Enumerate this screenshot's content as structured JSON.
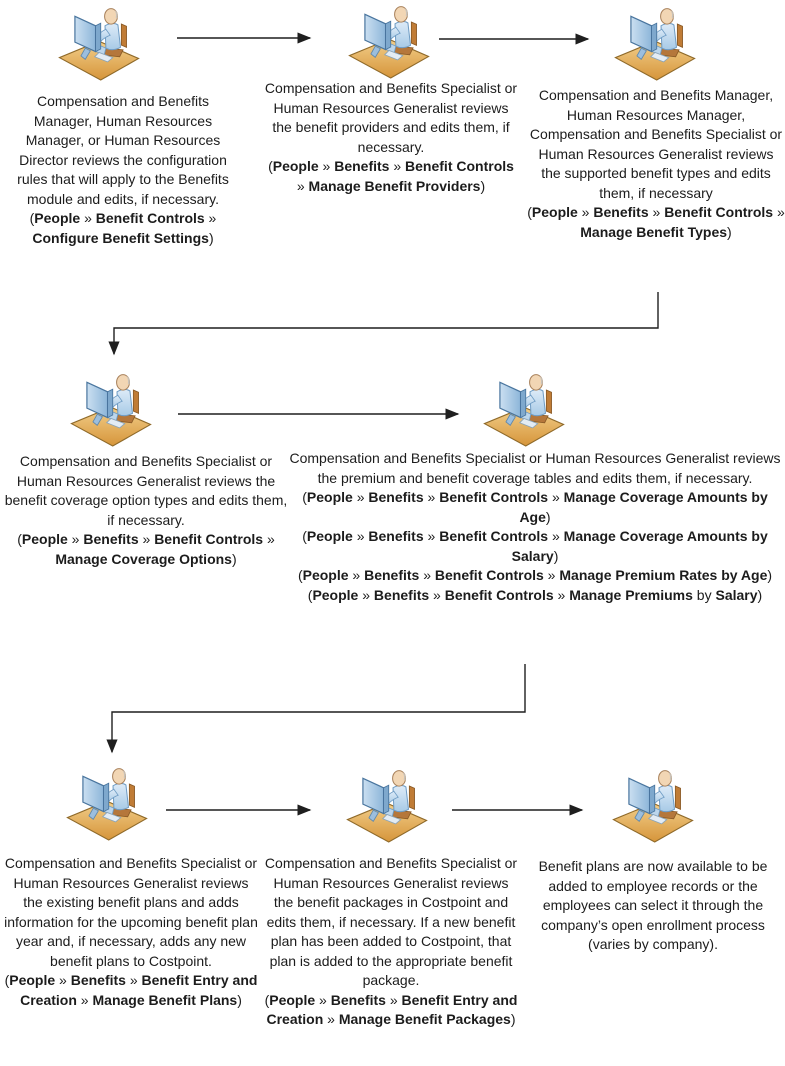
{
  "diagram": {
    "type": "flowchart",
    "topic": "Benefits setup workflow",
    "colors": {
      "background": "#ffffff",
      "text": "#1c1c1c",
      "arrow": "#1f1f1f",
      "platform": "#e8b965",
      "platform_edge": "#8f6a2a",
      "monitor": "#b7d3ec",
      "monitor_edge": "#49759e",
      "shirt": "#cfe4f4",
      "skin": "#f2d6b4",
      "chair": "#c07c36"
    },
    "nodes": [
      {
        "id": "step-1-configure-benefit-settings",
        "icon": "person-at-computer-icon",
        "description": "Compensation and Benefits Manager, Human Resources Manager, or Human Resources Director reviews the configuration rules that will apply to the Benefits module and edits, if necessary.",
        "menu_paths": [
          [
            {
              "t": "(",
              "b": false
            },
            {
              "t": "People",
              "b": true
            },
            {
              "t": " » ",
              "b": false
            },
            {
              "t": "Benefit Controls",
              "b": true
            },
            {
              "t": " » ",
              "b": false
            },
            {
              "t": "Configure Benefit Settings",
              "b": true
            },
            {
              "t": ")",
              "b": false
            }
          ]
        ]
      },
      {
        "id": "step-2-manage-benefit-providers",
        "icon": "person-at-computer-icon",
        "description": "Compensation and Benefits Specialist or Human Resources Generalist reviews the benefit providers and edits them, if necessary.",
        "menu_paths": [
          [
            {
              "t": "(",
              "b": false
            },
            {
              "t": "People",
              "b": true
            },
            {
              "t": " » ",
              "b": false
            },
            {
              "t": "Benefits",
              "b": true
            },
            {
              "t": " » ",
              "b": false
            },
            {
              "t": "Benefit Controls",
              "b": true
            },
            {
              "t": " » ",
              "b": false
            },
            {
              "t": "Manage Benefit Providers",
              "b": true
            },
            {
              "t": ")",
              "b": false
            }
          ]
        ]
      },
      {
        "id": "step-3-manage-benefit-types",
        "icon": "person-at-computer-icon",
        "description": "Compensation and Benefits Manager, Human Resources Manager, Compensation and Benefits Specialist or Human Resources Generalist reviews the supported benefit types and edits them, if necessary",
        "menu_paths": [
          [
            {
              "t": "(",
              "b": false
            },
            {
              "t": "People",
              "b": true
            },
            {
              "t": " » ",
              "b": false
            },
            {
              "t": "Benefits",
              "b": true
            },
            {
              "t": " » ",
              "b": false
            },
            {
              "t": "Benefit Controls",
              "b": true
            },
            {
              "t": " » ",
              "b": false
            },
            {
              "t": "Manage Benefit Types",
              "b": true
            },
            {
              "t": ")",
              "b": false
            }
          ]
        ]
      },
      {
        "id": "step-4-manage-coverage-options",
        "icon": "person-at-computer-icon",
        "description": "Compensation and Benefits Specialist or Human Resources Generalist reviews the benefit coverage option types and edits them, if necessary.",
        "menu_paths": [
          [
            {
              "t": "(",
              "b": false
            },
            {
              "t": "People",
              "b": true
            },
            {
              "t": " » ",
              "b": false
            },
            {
              "t": "Benefits",
              "b": true
            },
            {
              "t": " » ",
              "b": false
            },
            {
              "t": "Benefit Controls",
              "b": true
            },
            {
              "t": " » ",
              "b": false
            },
            {
              "t": "Manage Coverage Options",
              "b": true
            },
            {
              "t": ")",
              "b": false
            }
          ]
        ]
      },
      {
        "id": "step-5-premium-and-coverage-tables",
        "icon": "person-at-computer-icon",
        "description": "Compensation and Benefits Specialist or Human Resources Generalist reviews the premium and benefit coverage tables and edits them, if necessary.",
        "menu_paths": [
          [
            {
              "t": "(",
              "b": false
            },
            {
              "t": "People",
              "b": true
            },
            {
              "t": " » ",
              "b": false
            },
            {
              "t": "Benefits",
              "b": true
            },
            {
              "t": " » ",
              "b": false
            },
            {
              "t": "Benefit Controls",
              "b": true
            },
            {
              "t": " » ",
              "b": false
            },
            {
              "t": "Manage Coverage Amounts by Age",
              "b": true
            },
            {
              "t": ")",
              "b": false
            }
          ],
          [
            {
              "t": "(",
              "b": false
            },
            {
              "t": "People",
              "b": true
            },
            {
              "t": " » ",
              "b": false
            },
            {
              "t": "Benefits",
              "b": true
            },
            {
              "t": " » ",
              "b": false
            },
            {
              "t": "Benefit Controls",
              "b": true
            },
            {
              "t": " » ",
              "b": false
            },
            {
              "t": "Manage Coverage Amounts by Salary",
              "b": true
            },
            {
              "t": ")",
              "b": false
            }
          ],
          [
            {
              "t": "(",
              "b": false
            },
            {
              "t": "People",
              "b": true
            },
            {
              "t": " » ",
              "b": false
            },
            {
              "t": "Benefits",
              "b": true
            },
            {
              "t": " » ",
              "b": false
            },
            {
              "t": "Benefit Controls",
              "b": true
            },
            {
              "t": " » ",
              "b": false
            },
            {
              "t": "Manage Premium Rates by Age",
              "b": true
            },
            {
              "t": ")",
              "b": false
            }
          ],
          [
            {
              "t": "(",
              "b": false
            },
            {
              "t": "People",
              "b": true
            },
            {
              "t": " » ",
              "b": false
            },
            {
              "t": "Benefits",
              "b": true
            },
            {
              "t": " » ",
              "b": false
            },
            {
              "t": "Benefit Controls",
              "b": true
            },
            {
              "t": " » ",
              "b": false
            },
            {
              "t": "Manage Premiums",
              "b": true
            },
            {
              "t": " by ",
              "b": false
            },
            {
              "t": "Salary",
              "b": true
            },
            {
              "t": ")",
              "b": false
            }
          ]
        ]
      },
      {
        "id": "step-6-manage-benefit-plans",
        "icon": "person-at-computer-icon",
        "description": "Compensation and Benefits Specialist or Human Resources Generalist reviews the existing benefit plans and adds information for the upcoming benefit plan year and, if necessary, adds any new benefit plans to Costpoint.",
        "menu_paths": [
          [
            {
              "t": "(",
              "b": false
            },
            {
              "t": "People",
              "b": true
            },
            {
              "t": " » ",
              "b": false
            },
            {
              "t": "Benefits",
              "b": true
            },
            {
              "t": " » ",
              "b": false
            },
            {
              "t": "Benefit Entry and Creation",
              "b": true
            },
            {
              "t": " » ",
              "b": false
            },
            {
              "t": "Manage Benefit Plans",
              "b": true
            },
            {
              "t": ")",
              "b": false
            }
          ]
        ]
      },
      {
        "id": "step-7-manage-benefit-packages",
        "icon": "person-at-computer-icon",
        "description": "Compensation and Benefits Specialist or Human Resources Generalist reviews the benefit packages in Costpoint and edits them, if necessary.  If a new benefit plan has been added to Costpoint, that plan is added to the appropriate benefit package.",
        "menu_paths": [
          [
            {
              "t": "(",
              "b": false
            },
            {
              "t": "People",
              "b": true
            },
            {
              "t": " » ",
              "b": false
            },
            {
              "t": "Benefits",
              "b": true
            },
            {
              "t": " » ",
              "b": false
            },
            {
              "t": "Benefit Entry and Creation",
              "b": true
            },
            {
              "t": " » ",
              "b": false
            },
            {
              "t": "Manage Benefit Packages",
              "b": true
            },
            {
              "t": ")",
              "b": false
            }
          ]
        ]
      },
      {
        "id": "step-8-plans-available",
        "icon": "person-at-computer-icon",
        "description": "Benefit plans are now available to be added to employee records or the employees can select it through the company’s open enrollment process (varies by company).",
        "menu_paths": []
      }
    ]
  }
}
